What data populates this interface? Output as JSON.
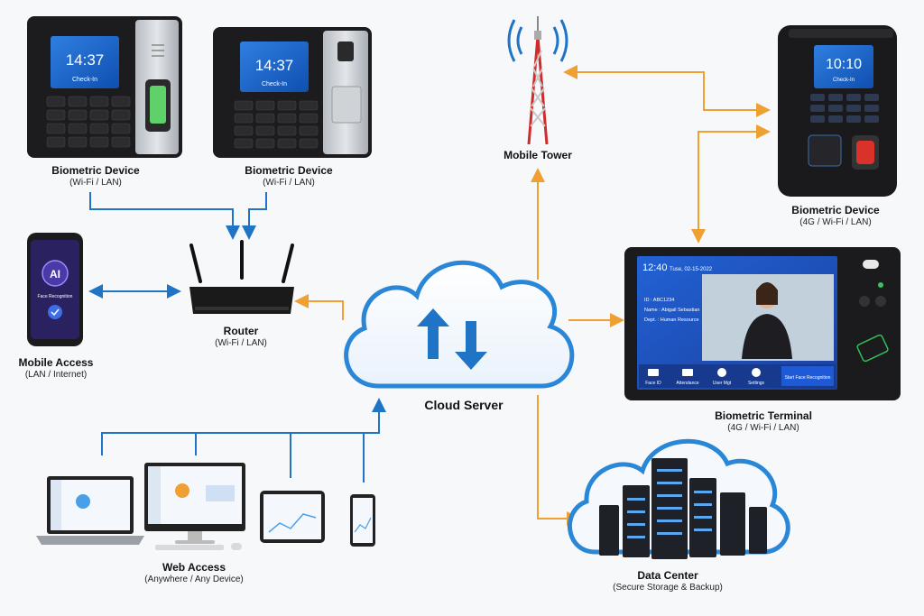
{
  "nodes": {
    "bio1": {
      "title": "Biometric Device",
      "subtitle": "(Wi-Fi / LAN)",
      "time": "14:37",
      "status": "Check-In"
    },
    "bio2": {
      "title": "Biometric Device",
      "subtitle": "(Wi-Fi / LAN)",
      "time": "14:37",
      "status": "Check-In"
    },
    "bio3": {
      "title": "Biometric Device",
      "subtitle": "(4G / Wi-Fi / LAN)",
      "time": "10:10",
      "status": "Check-In"
    },
    "tower": {
      "title": "Mobile Tower",
      "subtitle": ""
    },
    "mobile": {
      "title": "Mobile Access",
      "subtitle": "(LAN / Internet)",
      "badge": "AI",
      "screen_text": "Face Recognition"
    },
    "router": {
      "title": "Router",
      "subtitle": "(Wi-Fi / LAN)"
    },
    "cloud": {
      "title": "Cloud Server"
    },
    "terminal": {
      "title": "Biometric Terminal",
      "subtitle": "(4G / Wi-Fi / LAN)",
      "time": "12:40",
      "date": "Tuse, 02-15-2022",
      "id_line": "ID : ABC1234",
      "name_line": "Name : Abigail Sebastian",
      "dept_line": "Dept. : Human Resource",
      "buttons": [
        "Face ID",
        "Attendance",
        "User Mgt",
        "Settings"
      ],
      "start_button": "Start Face Recognition"
    },
    "web": {
      "title": "Web Access",
      "subtitle": "(Anywhere / Any Device)"
    },
    "datacenter": {
      "title": "Data Center",
      "subtitle": "(Secure Storage & Backup)"
    }
  },
  "colors": {
    "blue": "#1f74c6",
    "orange": "#f0a033",
    "cloud": "#2a86d6",
    "device": "#1c1c1e"
  }
}
